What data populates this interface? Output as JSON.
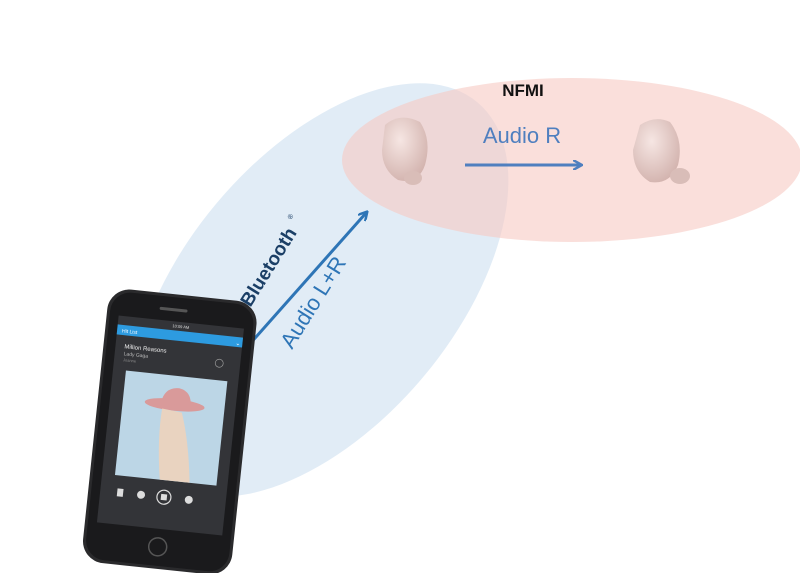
{
  "nfmi": {
    "title": "NFMI",
    "arrow_label": "Audio R"
  },
  "bluetooth": {
    "brand": "Bluetooth",
    "registered": "®",
    "arrow_label": "Audio L+R"
  },
  "phone": {
    "time": "10:09 AM",
    "playlist": "Hit List",
    "track_title": "Million Reasons",
    "artist": "Lady Gaga",
    "album": "Joanne"
  },
  "colors": {
    "bluetooth_zone": "#dce9f5",
    "nfmi_zone": "#f7cfca",
    "arrow": "#2e75b6",
    "nfmi_arrow": "#4f7fbf",
    "earbud": "#e8cfcb"
  }
}
